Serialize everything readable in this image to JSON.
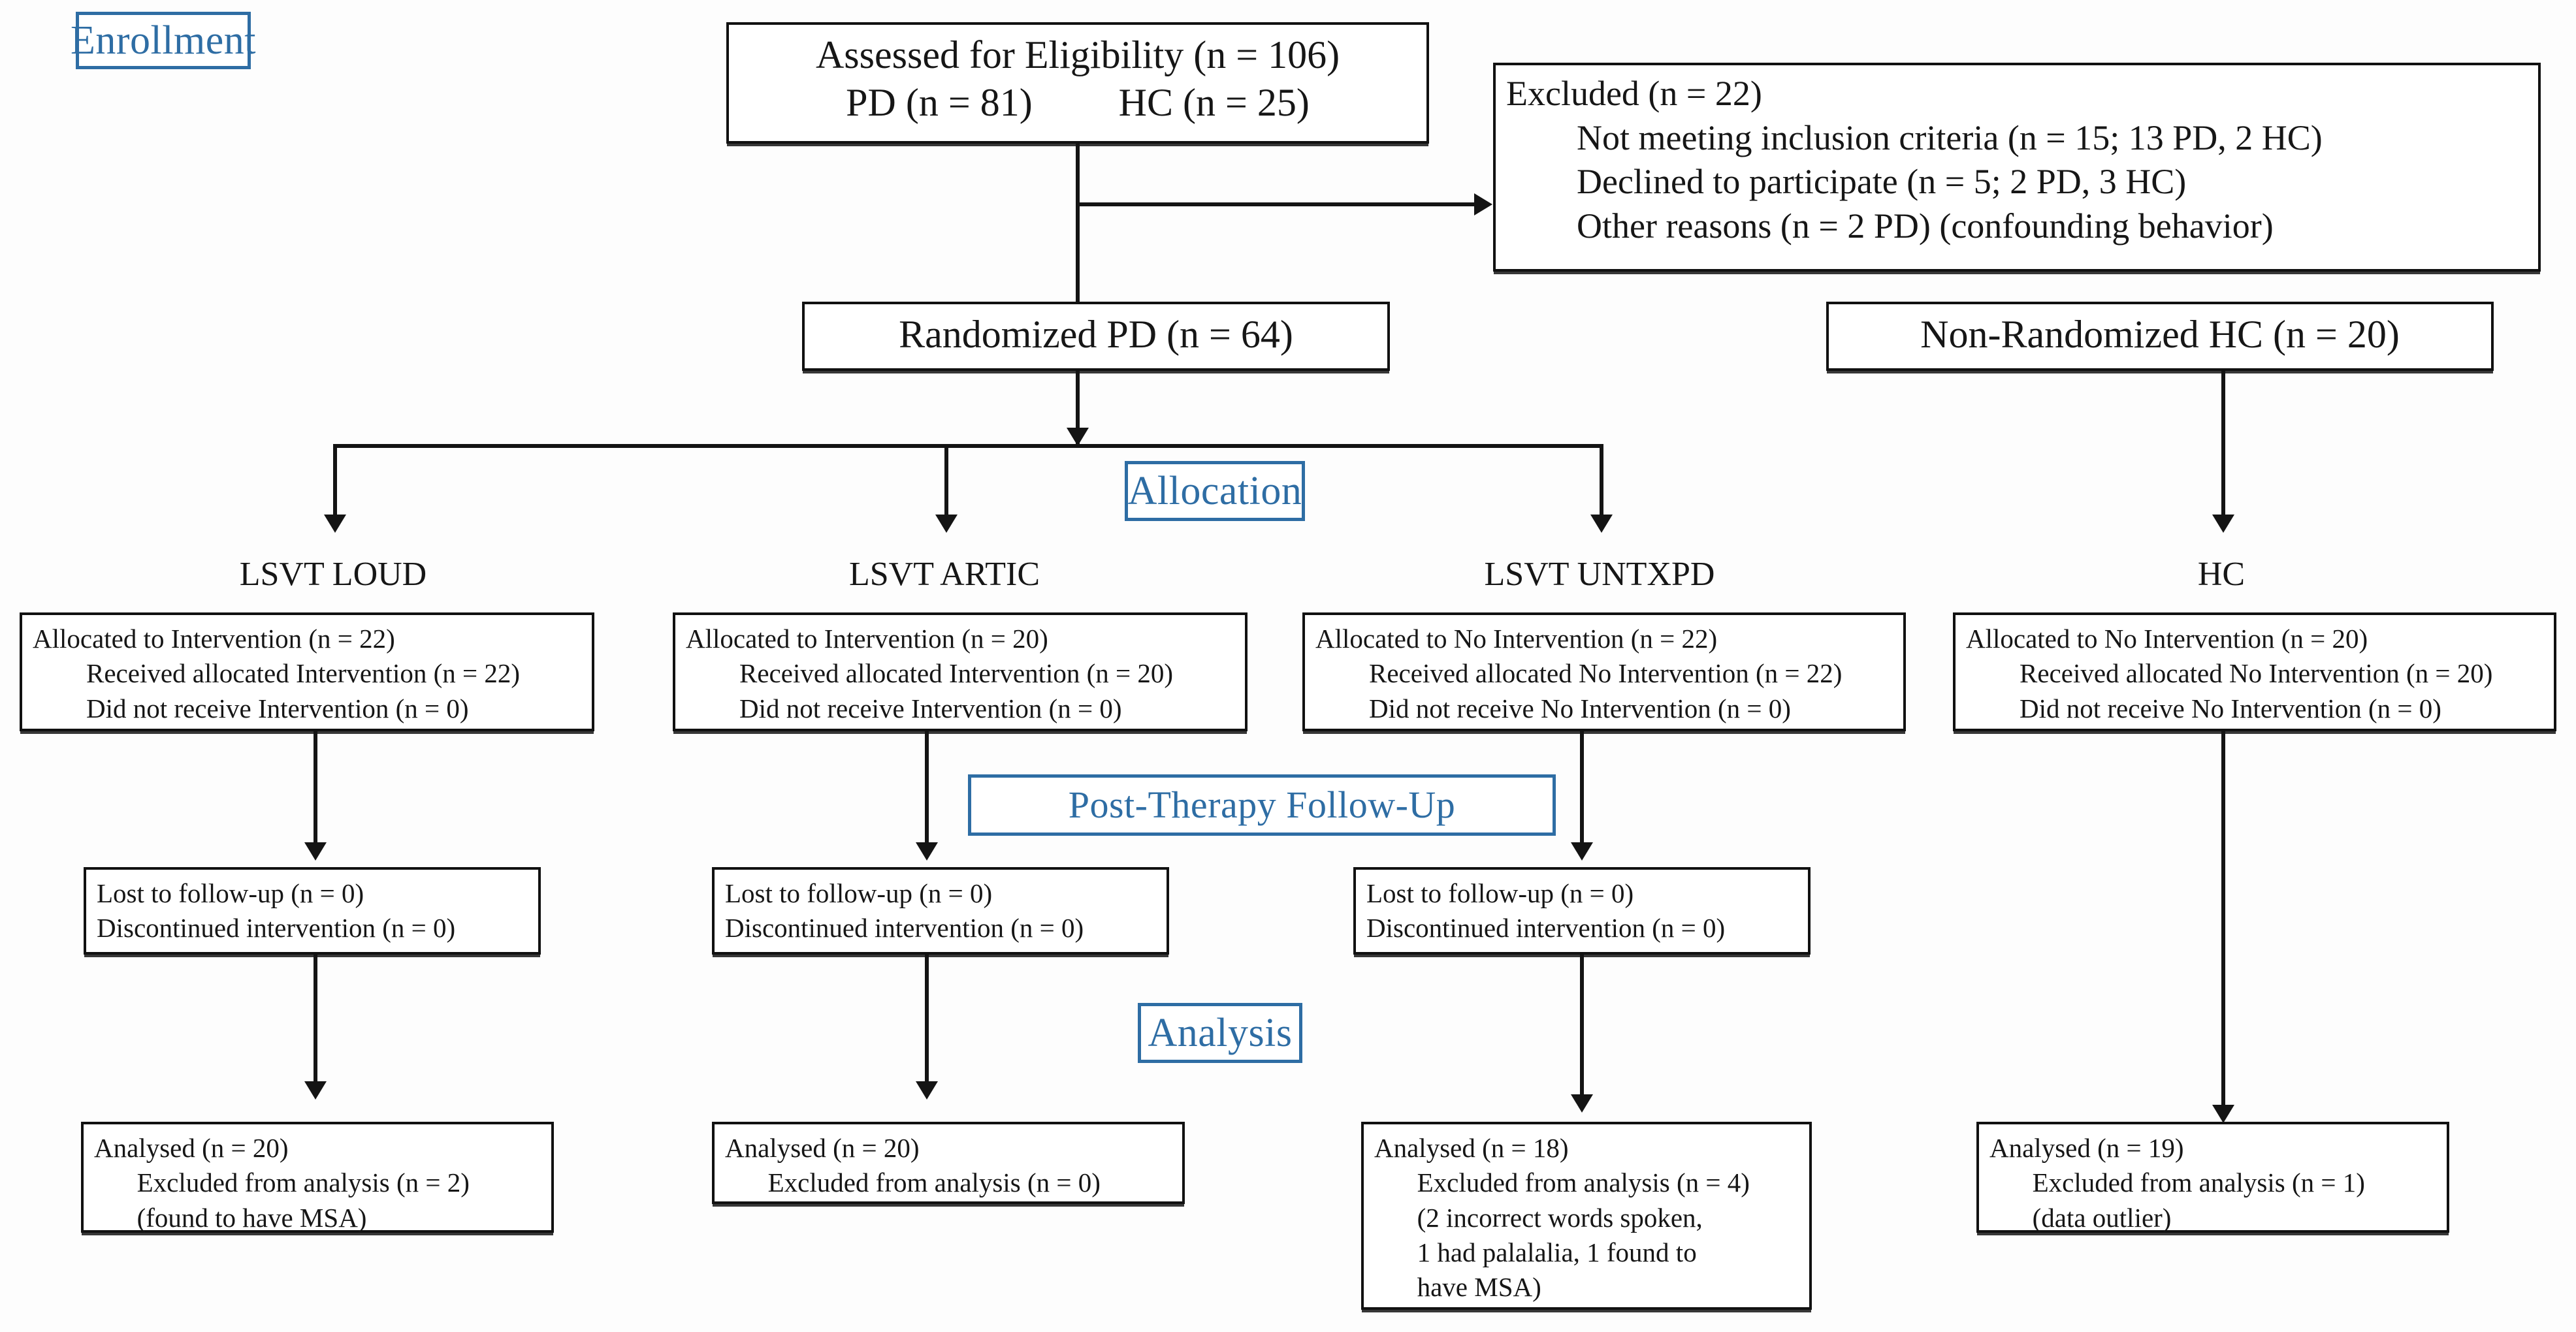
{
  "diagram": {
    "title": "CONSORT Participant Flow Diagram",
    "accent_color": "#2e6da4",
    "line_color": "#141414",
    "box_border_color": "#111111",
    "background": "#fdfdfd"
  },
  "stage_labels": {
    "enrollment": "Enrollment",
    "allocation": "Allocation",
    "followup": "Post-Therapy Follow-Up",
    "analysis": "Analysis"
  },
  "enrollment": {
    "assessed": {
      "line1": "Assessed for Eligibility (n = 106)",
      "line2a": "PD (n = 81)",
      "line2b": "HC (n = 25)"
    },
    "excluded": {
      "line1": "Excluded (n = 22)",
      "line2": "Not meeting inclusion criteria (n = 15; 13 PD, 2 HC)",
      "line3": "Declined to participate (n = 5; 2 PD, 3 HC)",
      "line4": "Other reasons (n = 2 PD) (confounding behavior)"
    },
    "randomized_pd": "Randomized PD (n = 64)",
    "non_randomized_hc": "Non-Randomized HC (n = 20)"
  },
  "columns": [
    {
      "header": "LSVT LOUD",
      "allocation": [
        "Allocated to Intervention (n = 22)",
        "Received allocated Intervention (n = 22)",
        "Did not receive Intervention (n = 0)"
      ],
      "followup": [
        "Lost to follow-up (n = 0)",
        "Discontinued intervention (n = 0)"
      ],
      "analysis": [
        "Analysed (n = 20)",
        "Excluded from analysis (n = 2)",
        "(found to have MSA)"
      ]
    },
    {
      "header": "LSVT ARTIC",
      "allocation": [
        "Allocated to Intervention (n = 20)",
        "Received allocated Intervention (n = 20)",
        "Did not receive Intervention (n = 0)"
      ],
      "followup": [
        "Lost to follow-up (n = 0)",
        "Discontinued intervention (n = 0)"
      ],
      "analysis": [
        "Analysed (n = 20)",
        "Excluded from analysis (n = 0)"
      ]
    },
    {
      "header": "LSVT UNTXPD",
      "allocation": [
        "Allocated to No Intervention (n = 22)",
        "Received allocated No Intervention (n = 22)",
        "Did not receive No Intervention (n = 0)"
      ],
      "followup": [
        "Lost to follow-up (n = 0)",
        "Discontinued intervention (n = 0)"
      ],
      "analysis": [
        "Analysed (n = 18)",
        "Excluded from analysis (n = 4)",
        "(2 incorrect words spoken,",
        "1 had palalalia, 1 found to",
        "have MSA)"
      ]
    },
    {
      "header": "HC",
      "allocation": [
        "Allocated to No Intervention (n = 20)",
        "Received allocated No Intervention (n = 20)",
        "Did not receive No Intervention (n = 0)"
      ],
      "followup": [],
      "analysis": [
        "Analysed (n = 19)",
        "Excluded from analysis (n = 1)",
        "(data outlier)"
      ]
    }
  ]
}
